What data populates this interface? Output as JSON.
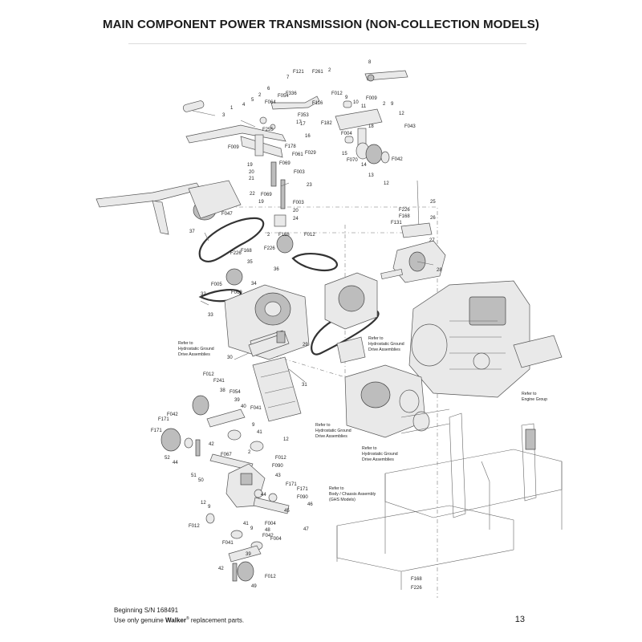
{
  "page": {
    "title": "MAIN COMPONENT POWER TRANSMISSION (NON-COLLECTION MODELS)",
    "footer_serial": "Beginning S/N 168491",
    "footer_use_prefix": "Use only genuine ",
    "footer_brand": "Walker",
    "footer_reg": "®",
    "footer_use_suffix": " replacement parts.",
    "page_number": "13"
  },
  "references": {
    "hydro_1": [
      "Refer to",
      "Hydrostatic Ground",
      "Drive Assemblies"
    ],
    "hydro_2": [
      "Refer to",
      "Hydrostatic Ground",
      "Drive Assemblies"
    ],
    "hydro_3": [
      "Refer to",
      "Hydrostatic Ground",
      "Drive Assemblies"
    ],
    "hydro_4": [
      "Refer to",
      "Hydrostatic Ground",
      "Drive Assemblies"
    ],
    "engine": [
      "Refer to",
      "Engine Group"
    ],
    "body": [
      "Refer to",
      "Body / Chassis Assembly",
      "(GHS Models)"
    ]
  },
  "callouts": [
    "8",
    "F121",
    "F261",
    "2",
    "7",
    "F336",
    "F054",
    "6",
    "F064",
    "5",
    "4",
    "3",
    "2",
    "1",
    "F255",
    "F116",
    "F012",
    "9",
    "F009",
    "2",
    "9",
    "10",
    "11",
    "12",
    "F353",
    "17",
    "17",
    "F182",
    "18",
    "16",
    "F004",
    "F043",
    "F178",
    "F061",
    "F029",
    "15",
    "F070",
    "14",
    "13",
    "F042",
    "12",
    "F009",
    "19",
    "20",
    "F069",
    "F003",
    "21",
    "23",
    "22",
    "F069",
    "19",
    "F003",
    "20",
    "24",
    "F047",
    "25",
    "F226",
    "F168",
    "26",
    "F131",
    "27",
    "28",
    "37",
    "2",
    "F168",
    "F012",
    "F226",
    "F168",
    "F226",
    "35",
    "36",
    "F005",
    "F069",
    "32",
    "33",
    "34",
    "29",
    "30",
    "31",
    "F012",
    "F241",
    "38",
    "F054",
    "39",
    "40",
    "F041",
    "F042",
    "F171",
    "F171",
    "9",
    "41",
    "12",
    "52",
    "44",
    "42",
    "F067",
    "2",
    "F012",
    "F090",
    "51",
    "50",
    "43",
    "F171",
    "F171",
    "F090",
    "44",
    "46",
    "45",
    "F004",
    "47",
    "12",
    "9",
    "F012",
    "41",
    "9",
    "48",
    "F042",
    "F004",
    "F041",
    "39",
    "42",
    "F012",
    "49",
    "F168",
    "F226"
  ]
}
